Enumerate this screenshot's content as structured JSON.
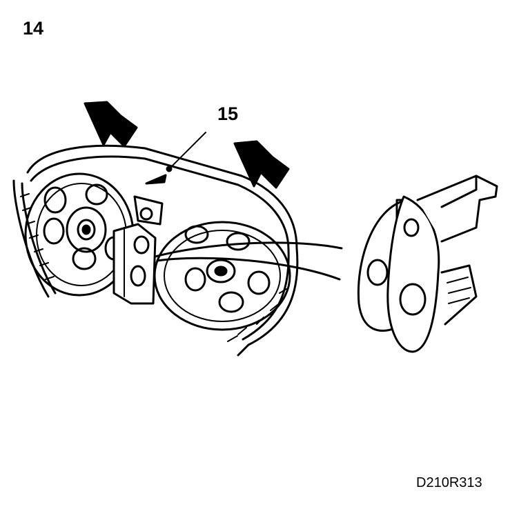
{
  "figure": {
    "step_number": "14",
    "callout_label": "15",
    "figure_code": "D210R313"
  }
}
